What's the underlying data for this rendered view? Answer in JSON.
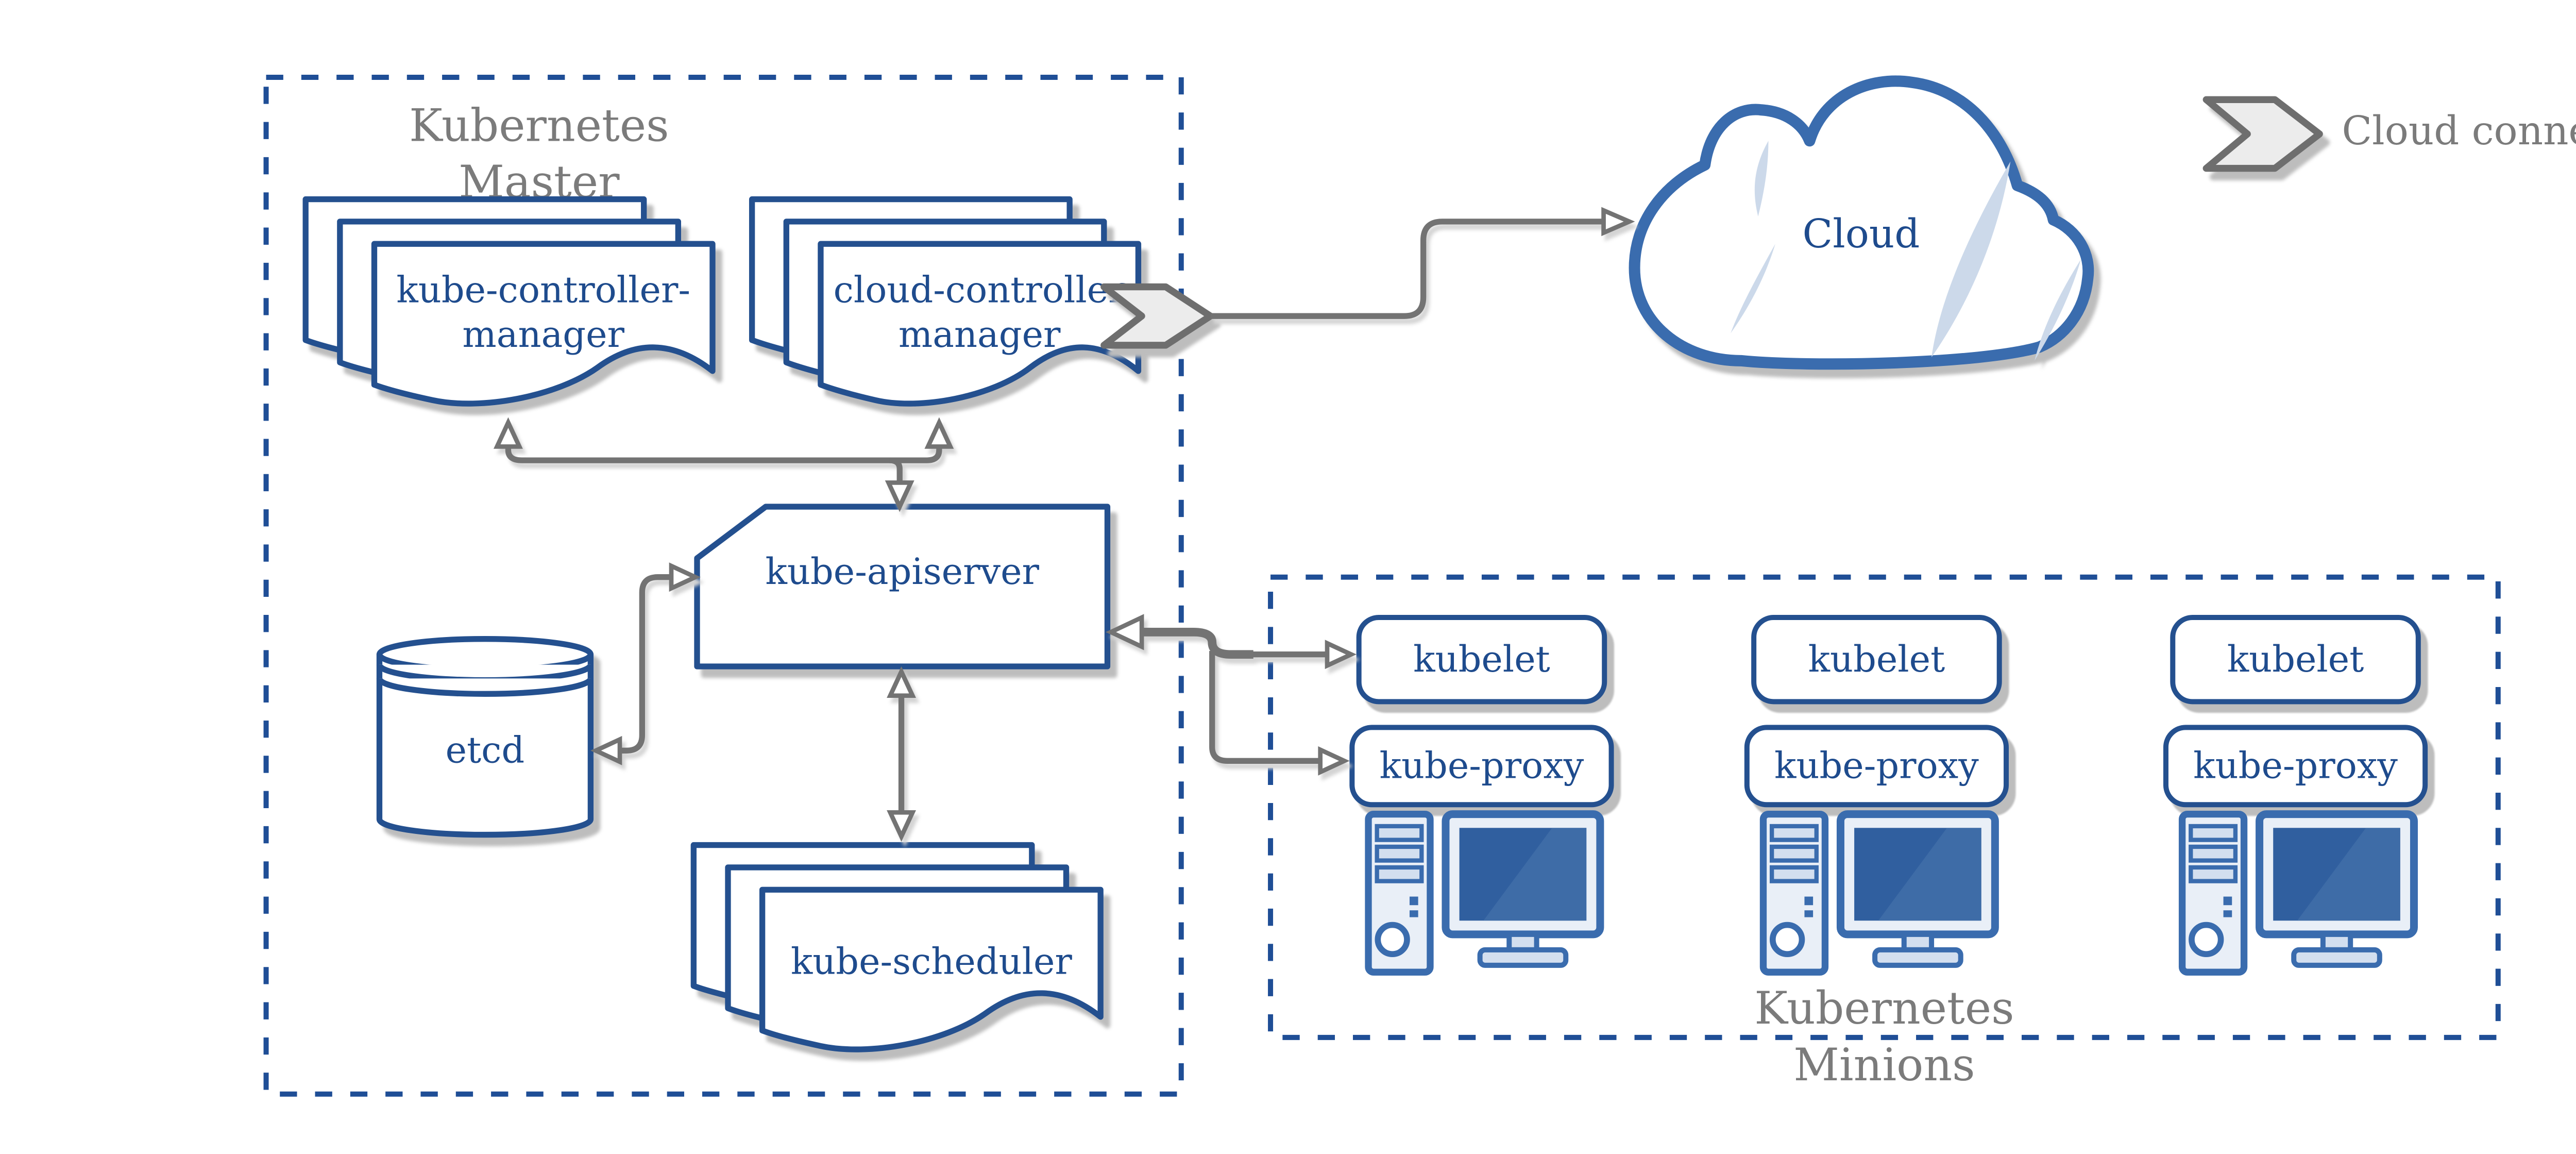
{
  "master": {
    "title_line1": "Kubernetes",
    "title_line2": "Master",
    "kube_controller_manager_line1": "kube-controller-",
    "kube_controller_manager_line2": "manager",
    "cloud_controller_manager_line1": "cloud-controller",
    "cloud_controller_manager_line2": "manager",
    "kube_apiserver": "kube-apiserver",
    "etcd": "etcd",
    "kube_scheduler": "kube-scheduler"
  },
  "cloud": {
    "label": "Cloud"
  },
  "legend": {
    "label": "Cloud connector"
  },
  "minions": {
    "title_line1": "Kubernetes",
    "title_line2": "Minions",
    "columns": [
      {
        "kubelet": "kubelet",
        "kube_proxy": "kube-proxy"
      },
      {
        "kubelet": "kubelet",
        "kube_proxy": "kube-proxy"
      },
      {
        "kubelet": "kubelet",
        "kube_proxy": "kube-proxy"
      }
    ]
  },
  "colors": {
    "node_border": "#24508f",
    "node_text": "#1e4b8d",
    "dashed_border": "#1f4e96",
    "gray_text": "#7b7b7b",
    "connector_gray": "#737373",
    "cloud_border": "#3a6cae",
    "cloud_slice": "#ccd9ea",
    "chevron_fill": "#ececec",
    "chevron_border": "#6e6e6e",
    "shadow": "#bdbdbd",
    "screen_fill": "#305f9f",
    "pc_light_fill": "#e9eff7"
  }
}
